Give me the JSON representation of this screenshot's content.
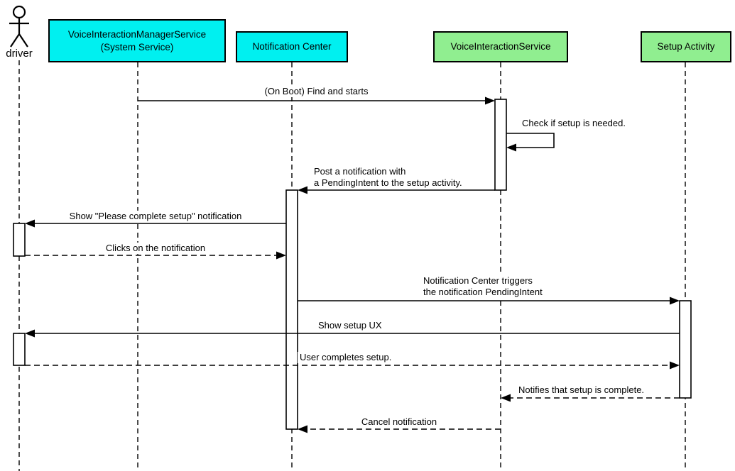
{
  "diagram": {
    "type": "sequence",
    "actor": {
      "label": "driver"
    },
    "participants": [
      {
        "id": "voice-interaction-manager-service",
        "line1": "VoiceInteractionManagerService",
        "line2": "(System Service)",
        "fill": "#00F0F0"
      },
      {
        "id": "notification-center",
        "label": "Notification Center",
        "fill": "#00F0F0"
      },
      {
        "id": "voice-interaction-service",
        "label": "VoiceInteractionService",
        "fill": "#90EE90"
      },
      {
        "id": "setup-activity",
        "label": "Setup Activity",
        "fill": "#90EE90"
      }
    ],
    "messages": [
      {
        "label": "(On Boot) Find and starts",
        "from": "VoiceInteractionManagerService (System Service)",
        "to": "VoiceInteractionService",
        "line": "solid"
      },
      {
        "label": "Check if setup is needed.",
        "from": "VoiceInteractionService",
        "to": "VoiceInteractionService",
        "line": "solid",
        "self_message": true
      },
      {
        "line1": "Post a notification with",
        "line2": "a PendingIntent to the setup activity.",
        "from": "VoiceInteractionService",
        "to": "Notification Center",
        "line": "solid"
      },
      {
        "label": "Show \"Please complete setup\" notification",
        "from": "Notification Center",
        "to": "driver",
        "line": "solid"
      },
      {
        "label": "Clicks on the notification",
        "from": "driver",
        "to": "Notification Center",
        "line": "dashed"
      },
      {
        "line1": "Notification Center triggers",
        "line2": "the notification PendingIntent",
        "from": "Notification Center",
        "to": "Setup Activity",
        "line": "solid"
      },
      {
        "label": "Show setup UX",
        "from": "Setup Activity",
        "to": "driver",
        "line": "solid"
      },
      {
        "label": "User completes setup.",
        "from": "driver",
        "to": "Setup Activity",
        "line": "dashed"
      },
      {
        "label": "Notifies that setup is complete.",
        "from": "Setup Activity",
        "to": "VoiceInteractionService",
        "line": "dashed"
      },
      {
        "label": "Cancel notification",
        "from": "VoiceInteractionService",
        "to": "Notification Center",
        "line": "dashed"
      }
    ],
    "colors": {
      "participant_cyan": "#00F0F0",
      "participant_green": "#90EE90",
      "line": "#000000",
      "background": "#FFFFFF"
    }
  }
}
